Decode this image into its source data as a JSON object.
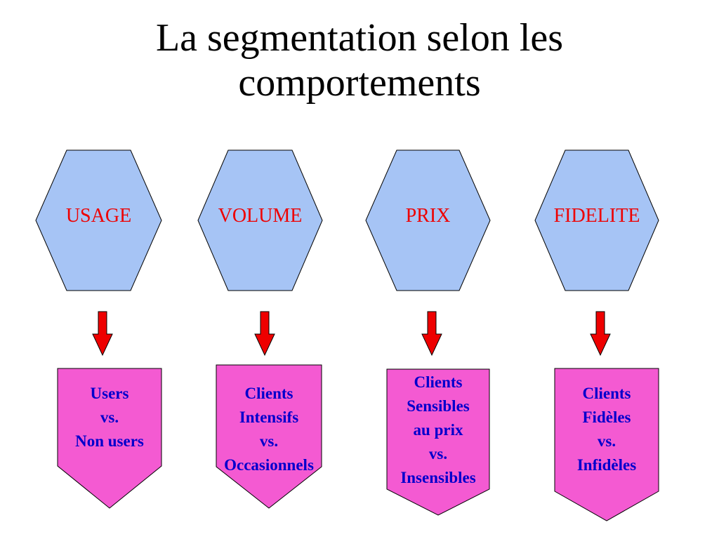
{
  "title": {
    "line1": "La segmentation selon les",
    "line2": "comportements"
  },
  "colors": {
    "hexagon_fill": "#a6c4f5",
    "hexagon_text": "#ee0000",
    "arrow_fill": "#ee0000",
    "pentagon_fill": "#f45ad2",
    "pentagon_text": "#0000cc",
    "outline": "#000000"
  },
  "columns": [
    {
      "criterion": "USAGE",
      "segments": [
        "Users",
        "vs.",
        "Non users"
      ]
    },
    {
      "criterion": "VOLUME",
      "segments": [
        "Clients",
        "Intensifs",
        "vs.",
        "Occasionnels"
      ]
    },
    {
      "criterion": "PRIX",
      "segments": [
        "Clients",
        "Sensibles",
        "au prix",
        "vs.",
        "Insensibles"
      ]
    },
    {
      "criterion": "FIDELITE",
      "segments": [
        "Clients",
        "Fidèles",
        "vs.",
        "Infidèles"
      ]
    }
  ]
}
